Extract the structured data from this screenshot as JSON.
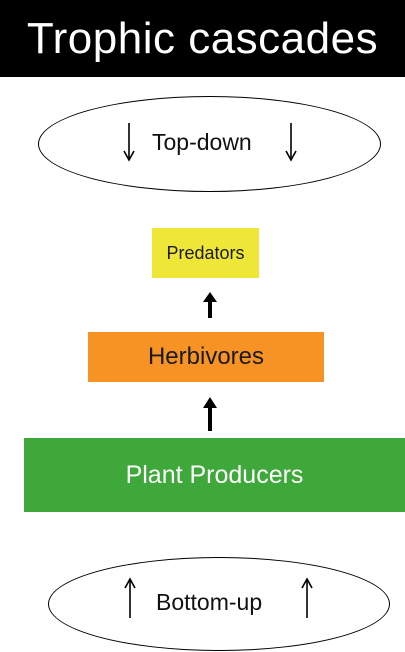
{
  "diagram": {
    "title": "Trophic cascades",
    "top_ellipse_label": "Top-down",
    "bottom_ellipse_label": "Bottom-up",
    "levels": {
      "predators": "Predators",
      "herbivores": "Herbivores",
      "producers": "Plant Producers"
    },
    "colors": {
      "title_background": "#000000",
      "predators": "#eee737",
      "herbivores": "#f69324",
      "producers": "#3ea83a"
    }
  }
}
